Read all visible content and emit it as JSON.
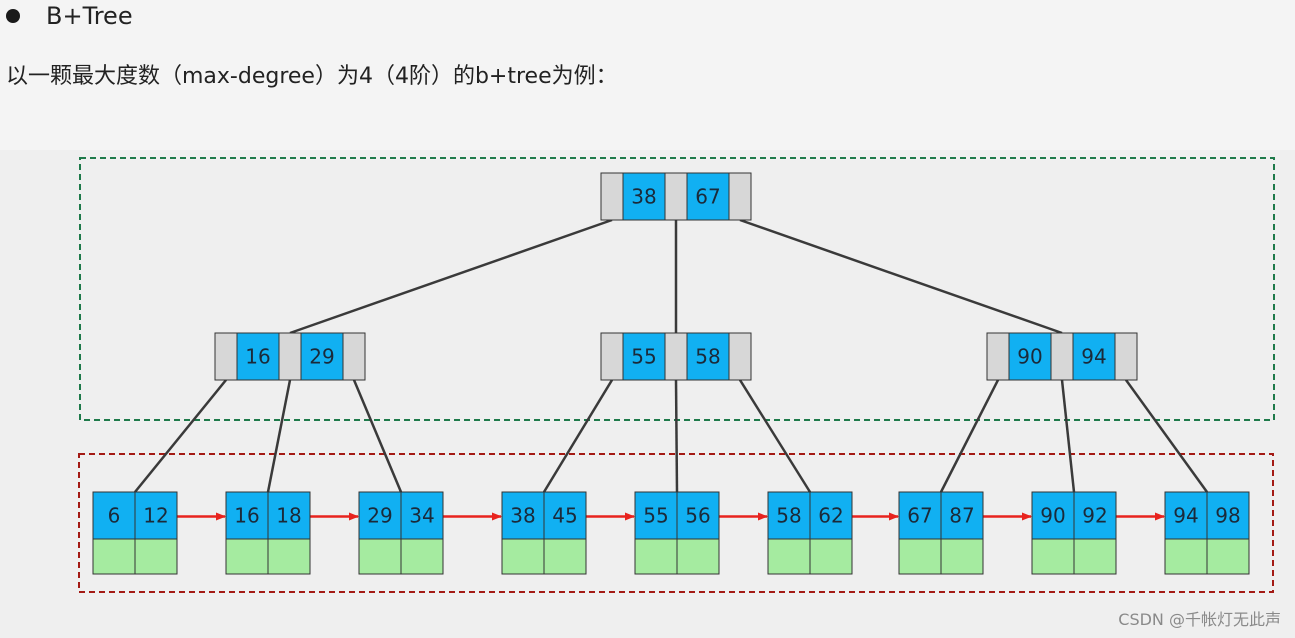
{
  "heading": {
    "bullet_icon": "filled-circle-icon",
    "title": "B+Tree"
  },
  "intro": "以一颗最大度数（max-degree）为4（4阶）的b+tree为例：",
  "colors": {
    "key": "#11b0f2",
    "pointer": "#d7d7d7",
    "data": "#a5eba0",
    "edge": "#3a3a3a",
    "leaf_link": "#e8231e",
    "internal_region": "#1e7a4a",
    "leaf_region": "#a31a14"
  },
  "tree": {
    "root": {
      "keys": [
        "38",
        "67"
      ]
    },
    "internal": [
      {
        "keys": [
          "16",
          "29"
        ]
      },
      {
        "keys": [
          "55",
          "58"
        ]
      },
      {
        "keys": [
          "90",
          "94"
        ]
      }
    ],
    "leaves": [
      {
        "keys": [
          "6",
          "12"
        ]
      },
      {
        "keys": [
          "16",
          "18"
        ]
      },
      {
        "keys": [
          "29",
          "34"
        ]
      },
      {
        "keys": [
          "38",
          "45"
        ]
      },
      {
        "keys": [
          "55",
          "56"
        ]
      },
      {
        "keys": [
          "58",
          "62"
        ]
      },
      {
        "keys": [
          "67",
          "87"
        ]
      },
      {
        "keys": [
          "90",
          "92"
        ]
      },
      {
        "keys": [
          "94",
          "98"
        ]
      }
    ]
  },
  "watermark": "CSDN @千帐灯无此声"
}
